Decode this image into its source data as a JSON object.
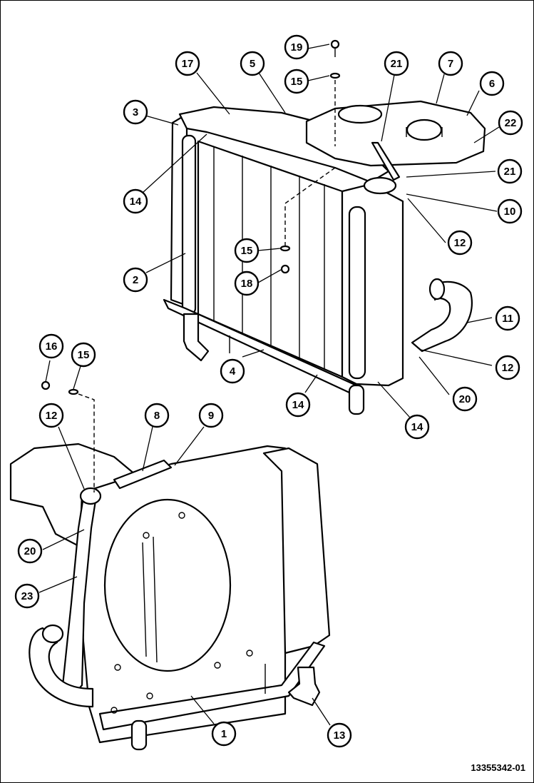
{
  "figure_number": "13355342-01",
  "callouts": [
    {
      "id": "c1",
      "label": "1"
    },
    {
      "id": "c2",
      "label": "2"
    },
    {
      "id": "c3",
      "label": "3"
    },
    {
      "id": "c4",
      "label": "4"
    },
    {
      "id": "c5",
      "label": "5"
    },
    {
      "id": "c6",
      "label": "6"
    },
    {
      "id": "c7",
      "label": "7"
    },
    {
      "id": "c8",
      "label": "8"
    },
    {
      "id": "c9",
      "label": "9"
    },
    {
      "id": "c10",
      "label": "10"
    },
    {
      "id": "c11",
      "label": "11"
    },
    {
      "id": "c12a",
      "label": "12"
    },
    {
      "id": "c12b",
      "label": "12"
    },
    {
      "id": "c12c",
      "label": "12"
    },
    {
      "id": "c13",
      "label": "13"
    },
    {
      "id": "c14a",
      "label": "14"
    },
    {
      "id": "c14b",
      "label": "14"
    },
    {
      "id": "c14c",
      "label": "14"
    },
    {
      "id": "c15a",
      "label": "15"
    },
    {
      "id": "c15b",
      "label": "15"
    },
    {
      "id": "c15c",
      "label": "15"
    },
    {
      "id": "c16",
      "label": "16"
    },
    {
      "id": "c17",
      "label": "17"
    },
    {
      "id": "c18",
      "label": "18"
    },
    {
      "id": "c19",
      "label": "19"
    },
    {
      "id": "c20a",
      "label": "20"
    },
    {
      "id": "c20b",
      "label": "20"
    },
    {
      "id": "c21a",
      "label": "21"
    },
    {
      "id": "c21b",
      "label": "21"
    },
    {
      "id": "c22",
      "label": "22"
    },
    {
      "id": "c23",
      "label": "23"
    }
  ]
}
